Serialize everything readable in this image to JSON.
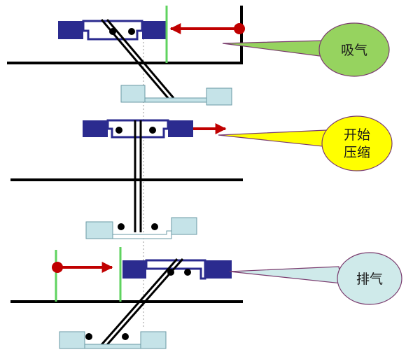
{
  "callouts": {
    "intake": {
      "label": "吸气",
      "fill": "#96d35f"
    },
    "compress": {
      "line1": "开始",
      "line2": "压缩",
      "fill": "#ffff00"
    },
    "exhaust": {
      "label": "排气",
      "fill": "#cfeaea"
    }
  },
  "colors": {
    "plate": "#2b2b8f",
    "bottom_plate": "#c5e3e8",
    "arrow": "#c00000",
    "marker": "#5fd35f",
    "line": "#000000",
    "ball": "#000000",
    "dotted": "#999999",
    "callout_stroke": "#7a3b6e"
  }
}
